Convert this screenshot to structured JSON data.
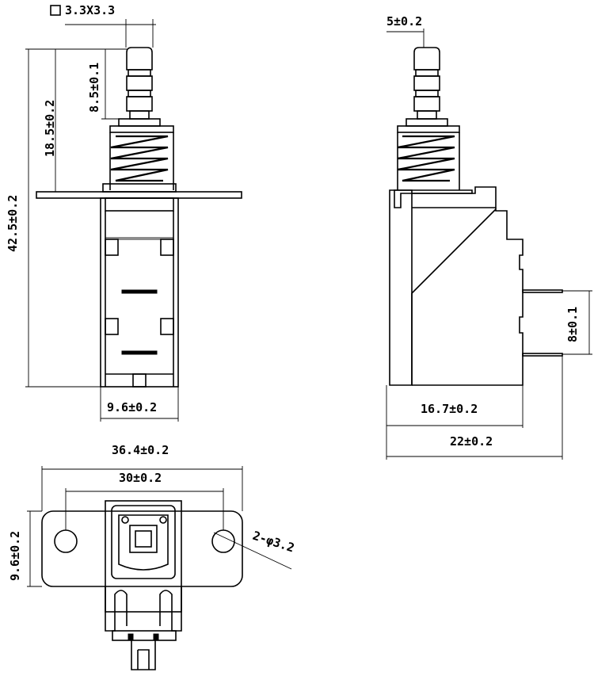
{
  "drawing": {
    "square_symbol": "□",
    "square_size": "3.3X3.3",
    "front_view": {
      "total_height": "42.5±0.2",
      "spring_height": "18.5±0.2",
      "plunger_height": "8.5±0.1",
      "body_width": "9.6±0.2"
    },
    "side_view": {
      "plunger_width": "5±0.2",
      "pin_pitch": "8±0.1",
      "body_depth": "16.7±0.2",
      "total_depth": "22±0.2"
    },
    "bottom_view": {
      "flange_length": "36.4±0.2",
      "hole_spacing": "30±0.2",
      "flange_height": "9.6±0.2",
      "hole_callout": "2-φ3.2"
    }
  }
}
